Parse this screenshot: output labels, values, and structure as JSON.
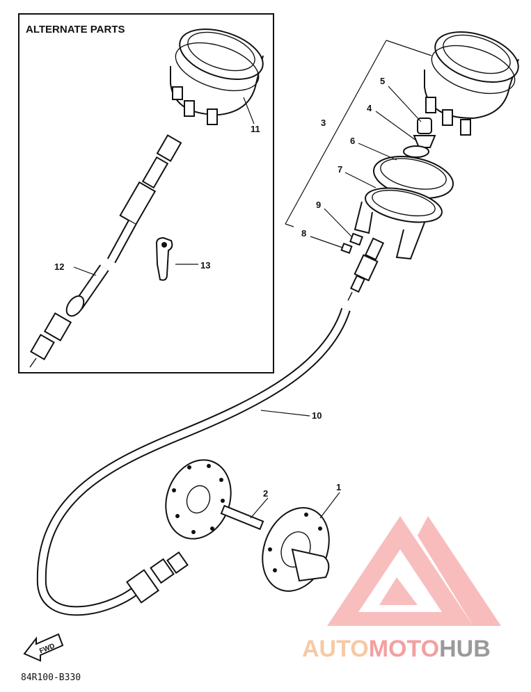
{
  "inset": {
    "title": "ALTERNATE PARTS"
  },
  "callouts": {
    "c1": "1",
    "c2": "2",
    "c3": "3",
    "c4": "4",
    "c5": "5",
    "c6": "6",
    "c7": "7",
    "c8": "8",
    "c9": "9",
    "c10": "10",
    "c11": "11",
    "c12": "12",
    "c13": "13"
  },
  "fwd_label": "FWD",
  "diagram_code": "84R100-B330",
  "watermark": {
    "part1": "AUTO",
    "part2": "MOTO",
    "part3": "HUB"
  },
  "colors": {
    "line": "#111111",
    "watermark_red": "#f3a0a0",
    "watermark_orange": "#f6c9a4",
    "watermark_gray": "#9a9a9a"
  }
}
